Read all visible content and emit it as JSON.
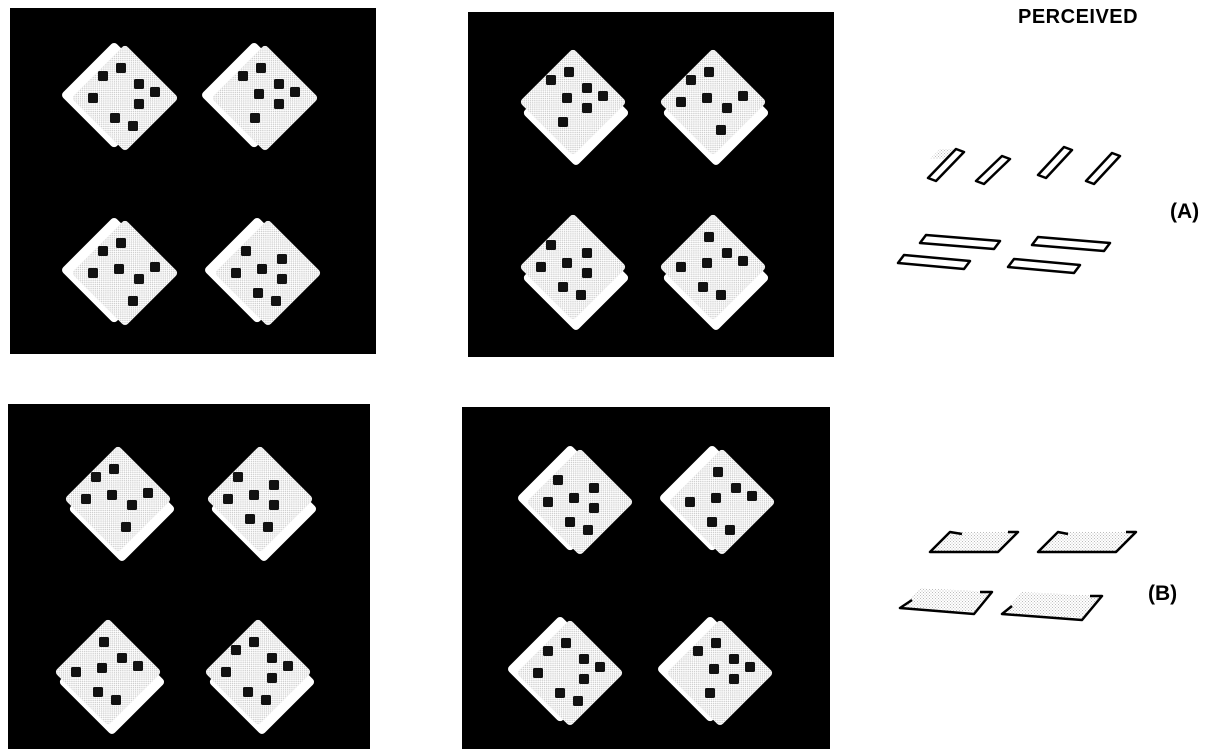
{
  "header": {
    "text": "PERCEIVED"
  },
  "rows": [
    {
      "label": "(A)"
    },
    {
      "label": "(B)"
    }
  ],
  "colors": {
    "panel_bg": "#000000",
    "card": "#ffffff",
    "stipple": "#c6c6c6",
    "dot": "#111111",
    "outline": "#000000"
  }
}
